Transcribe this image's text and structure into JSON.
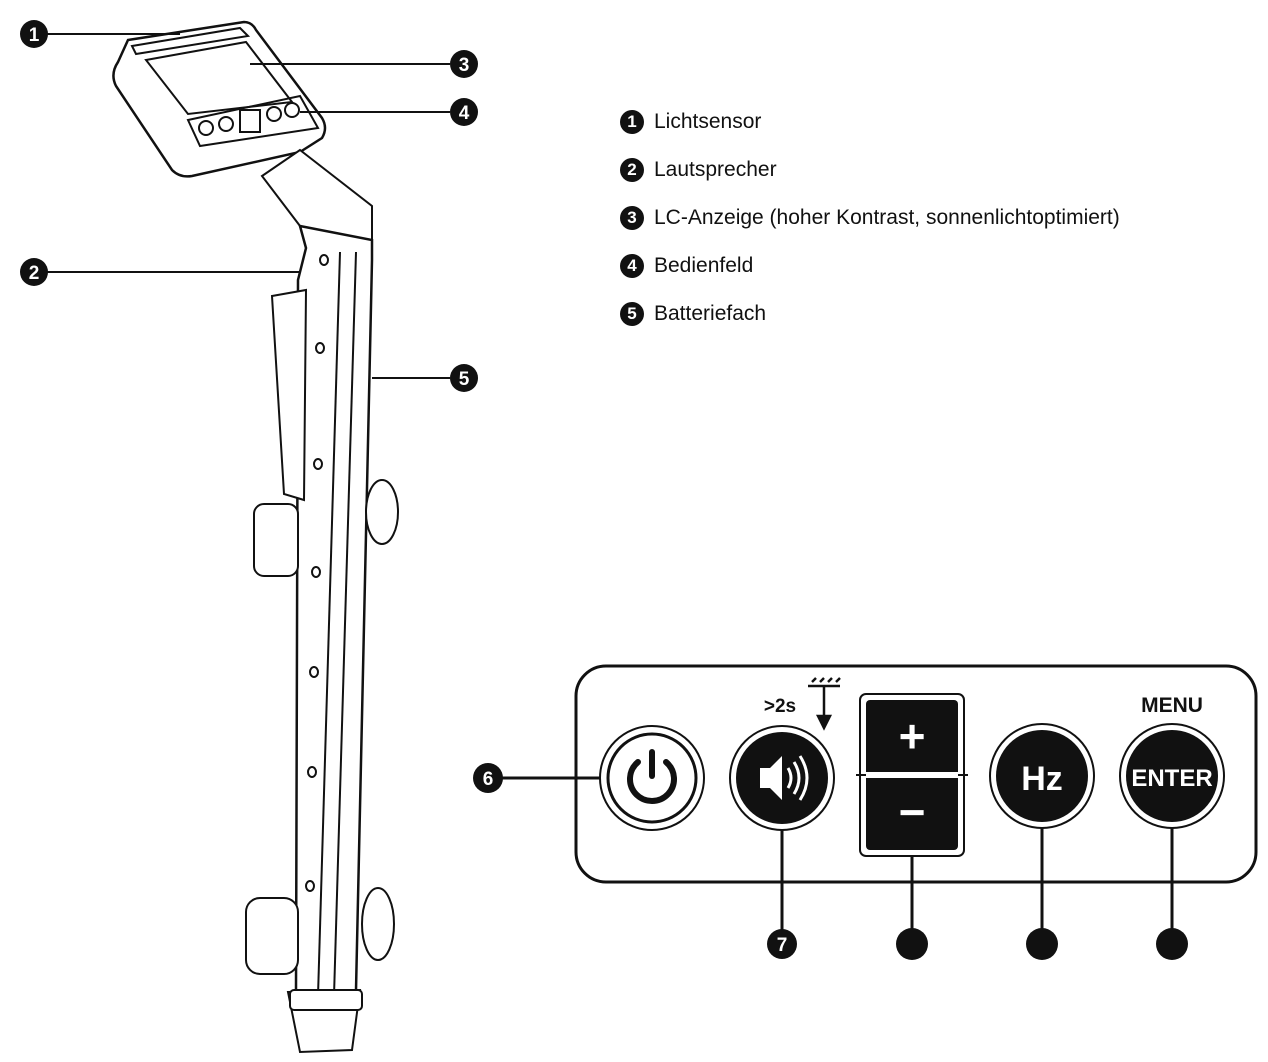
{
  "callouts": {
    "c1": "1",
    "c2": "2",
    "c3": "3",
    "c4": "4",
    "c5": "5",
    "c6": "6",
    "c7": "7"
  },
  "legend": [
    {
      "num": "1",
      "label": "Lichtsensor"
    },
    {
      "num": "2",
      "label": "Lautsprecher"
    },
    {
      "num": "3",
      "label": "LC-Anzeige (hoher Kontrast, sonnenlichtoptimiert)"
    },
    {
      "num": "4",
      "label": "Bedienfeld"
    },
    {
      "num": "5",
      "label": "Batteriefach"
    }
  ],
  "panel": {
    "hold_label": ">2s",
    "menu_label": "MENU",
    "plus_label": "+",
    "minus_label": "−",
    "hz_label": "Hz",
    "enter_label": "ENTER"
  },
  "icons": {
    "power": "power-icon",
    "speaker": "speaker-icon",
    "ground": "ground-arrow-icon"
  }
}
